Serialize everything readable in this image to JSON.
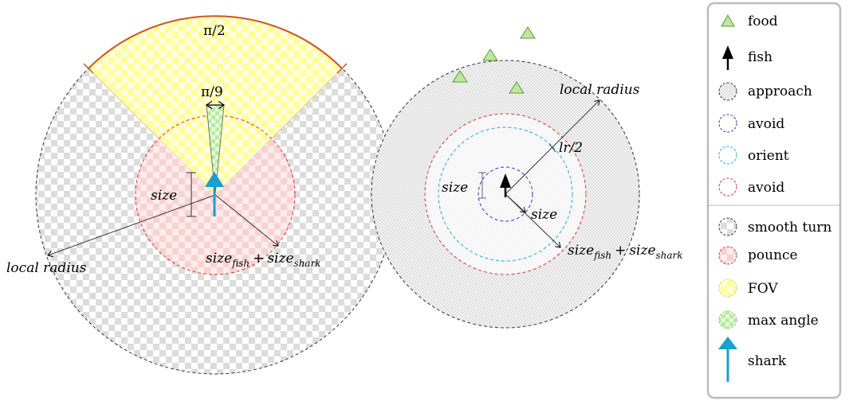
{
  "left_diagram": {
    "fov_angle_label": "π/2",
    "max_angle_label": "π/9",
    "size_label": "size",
    "radius_label": "local radius",
    "sum_label_base1": "size",
    "sum_label_sub1": "fish",
    "sum_label_plus": "+",
    "sum_label_base2": "size",
    "sum_label_sub2": "shark"
  },
  "right_diagram": {
    "radius_label": "local radius",
    "half_radius_label": "lr/2",
    "size_label_left": "size",
    "size_label_right": "size",
    "sum_label_base1": "size",
    "sum_label_sub1": "fish",
    "sum_label_plus": "+",
    "sum_label_base2": "size",
    "sum_label_sub2": "shark"
  },
  "legend": {
    "items": [
      {
        "label": "food",
        "icon": "triangle-icon"
      },
      {
        "label": "fish",
        "icon": "black-arrow-icon"
      },
      {
        "label": "approach",
        "icon": "dashed-circle-icon"
      },
      {
        "label": "avoid",
        "icon": "dashed-circle-icon"
      },
      {
        "label": "orient",
        "icon": "dashed-circle-icon"
      },
      {
        "label": "avoid",
        "icon": "dashed-circle-icon"
      },
      {
        "label": "smooth turn",
        "icon": "dashed-circle-icon"
      },
      {
        "label": "pounce",
        "icon": "dashed-circle-icon"
      },
      {
        "label": "FOV",
        "icon": "dashed-circle-icon"
      },
      {
        "label": "max angle",
        "icon": "dashed-circle-icon"
      },
      {
        "label": "shark",
        "icon": "blue-arrow-icon"
      }
    ]
  },
  "colors": {
    "approach": "#333333",
    "avoid_blue": "#3333cc",
    "orient": "#22aadd",
    "avoid_red": "#dd3333",
    "fov_arc": "#cc5522",
    "fov_fill": "#ffff99",
    "pounce_fill": "#f9c4c4",
    "max_angle_fill": "#c8f0b8",
    "shark": "#1a9fd0",
    "food": "#bfe6a0"
  }
}
